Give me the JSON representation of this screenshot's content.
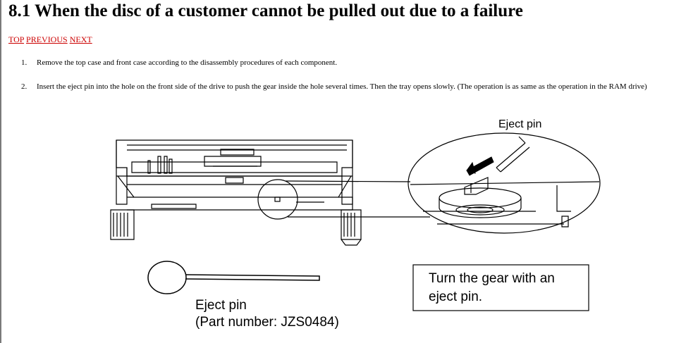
{
  "page": {
    "title": "8.1 When the disc of a customer cannot be pulled out due to a failure",
    "nav": {
      "top": "TOP",
      "previous": "PREVIOUS",
      "next": "NEXT"
    },
    "steps": [
      {
        "number": "1.",
        "text": "Remove the top case and front case according to the disassembly procedures of each component."
      },
      {
        "number": "2.",
        "text": "Insert the eject pin into the hole on the front side of the drive to push the gear inside the hole several times. Then the tray opens slowly. (The operation is as same as the operation in the RAM drive)"
      }
    ]
  },
  "figure": {
    "eject_pin_callout": "Eject pin",
    "pin_label_line1": "Eject pin",
    "pin_label_line2": "(Part number: JZS0484)",
    "note_line1": "Turn the gear with an",
    "note_line2": "eject pin."
  }
}
